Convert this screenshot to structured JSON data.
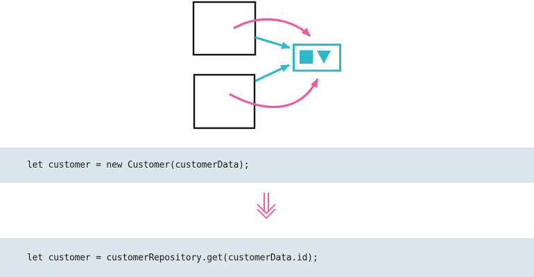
{
  "colors": {
    "pink": "#ee5a9e",
    "cyan": "#2eb9ca",
    "band_background": "#dbe7ed",
    "box_outline": "#121212",
    "code_text": "#1b1b1b"
  },
  "diagram": {
    "top_client_box": "empty-square-box",
    "bottom_client_box": "empty-square-box",
    "reference_box": {
      "outline": "cyan-rectangle",
      "shapes": [
        "filled-cyan-square",
        "filled-cyan-down-triangle"
      ]
    },
    "arrows": [
      "pink-curved-arrow-from-top-box-to-reference-box",
      "cyan-straight-arrow-from-top-box-to-reference-box",
      "cyan-straight-arrow-from-bottom-box-to-reference-box",
      "pink-curved-arrow-from-bottom-box-to-reference-box"
    ],
    "transform_arrow": "pink-double-chevron-down"
  },
  "code": {
    "before": "let customer = new Customer(customerData);",
    "after": "let customer = customerRepository.get(customerData.id);"
  }
}
